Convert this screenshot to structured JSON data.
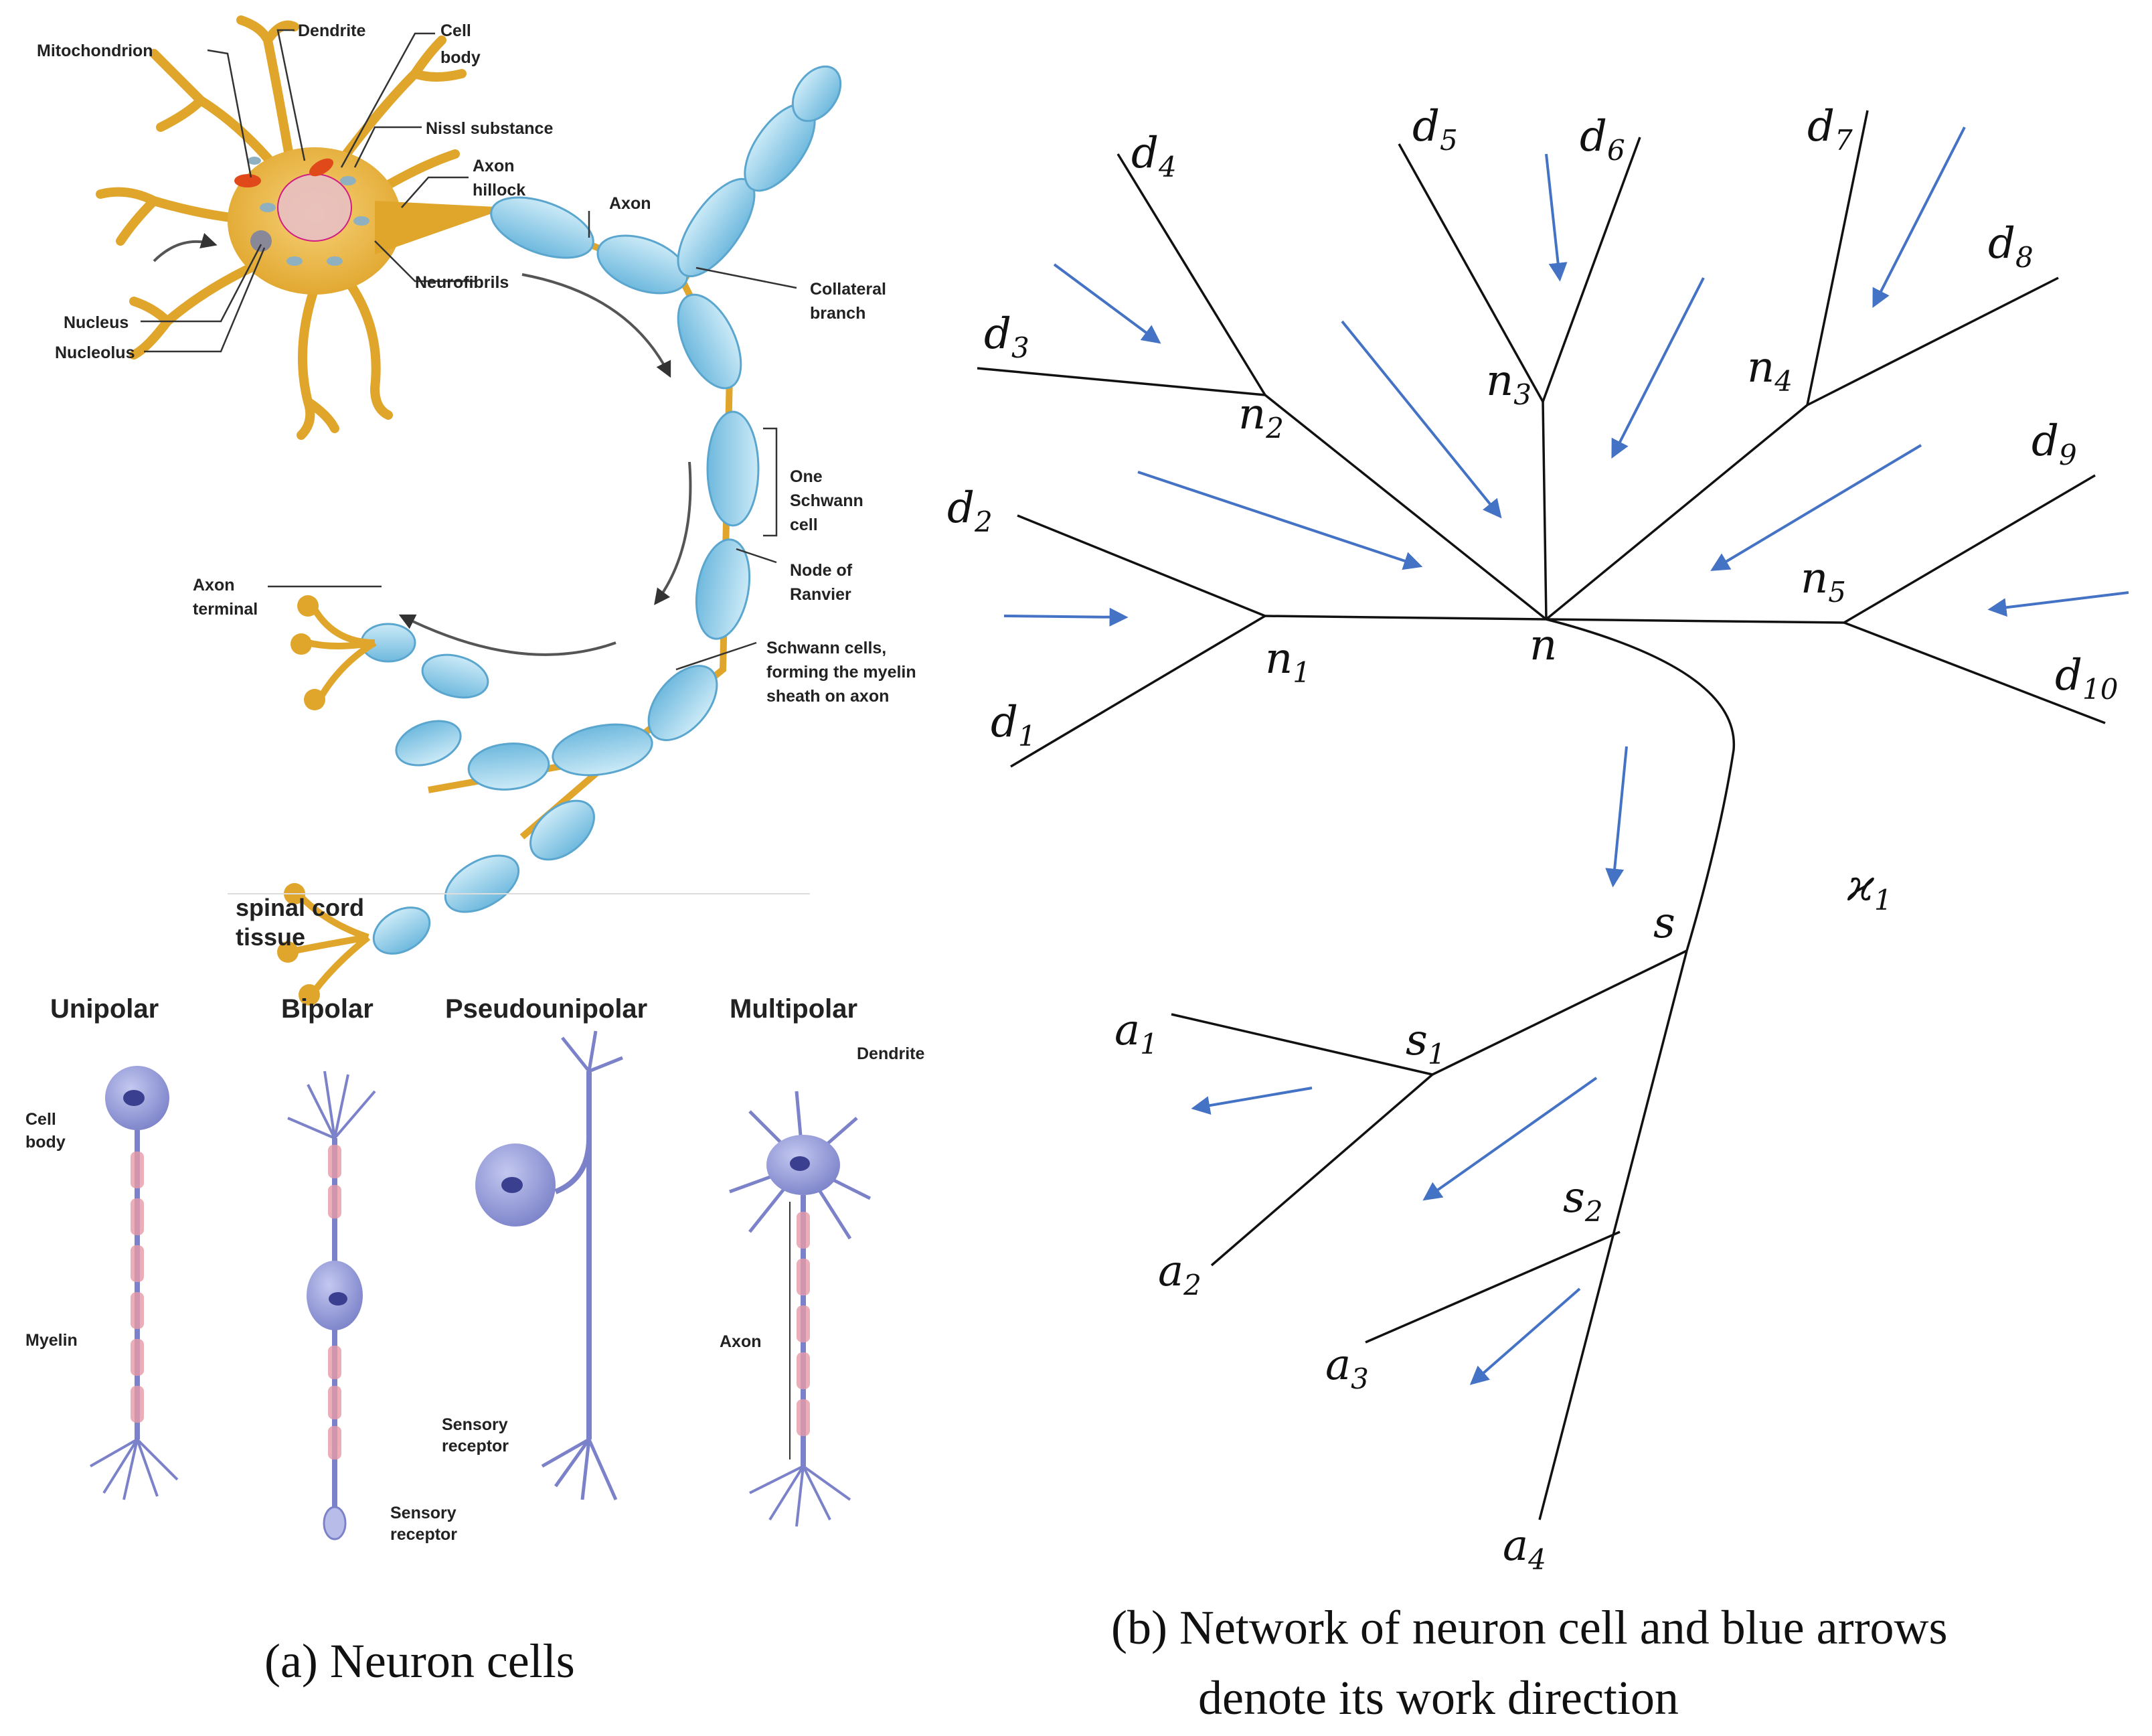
{
  "panel_a": {
    "neuron_labels": {
      "mitochondrion": "Mitochondrion",
      "dendrite": "Dendrite",
      "cell_body_1": "Cell",
      "cell_body_2": "body",
      "nissl": "Nissl substance",
      "axon_hillock_1": "Axon",
      "axon_hillock_2": "hillock",
      "axon": "Axon",
      "nucleus": "Nucleus",
      "nucleolus": "Nucleolus",
      "neurofibrils": "Neurofibrils",
      "collateral_1": "Collateral",
      "collateral_2": "branch",
      "schwann_1": "One",
      "schwann_2": "Schwann",
      "schwann_3": "cell",
      "ranvier_1": "Node of",
      "ranvier_2": "Ranvier",
      "axon_terminal_1": "Axon",
      "axon_terminal_2": "terminal",
      "myelin_1": "Schwann cells,",
      "myelin_2": "forming the myelin",
      "myelin_3": "sheath on axon",
      "spinal_1": "spinal cord",
      "spinal_2": "tissue"
    },
    "types": {
      "unipolar": "Unipolar",
      "bipolar": "Bipolar",
      "pseudounipolar": "Pseudounipolar",
      "multipolar": "Multipolar",
      "cell_body_1": "Cell",
      "cell_body_2": "body",
      "myelin": "Myelin",
      "sensory_1": "Sensory",
      "sensory_2": "receptor",
      "sensory_b1": "Sensory",
      "sensory_b2": "receptor",
      "dendrite": "Dendrite",
      "axon": "Axon"
    },
    "caption": "(a) Neuron cells"
  },
  "panel_b": {
    "nodes": {
      "d1": {
        "base": "d",
        "sub": "1"
      },
      "d2": {
        "base": "d",
        "sub": "2"
      },
      "d3": {
        "base": "d",
        "sub": "3"
      },
      "d4": {
        "base": "d",
        "sub": "4"
      },
      "d5": {
        "base": "d",
        "sub": "5"
      },
      "d6": {
        "base": "d",
        "sub": "6"
      },
      "d7": {
        "base": "d",
        "sub": "7"
      },
      "d8": {
        "base": "d",
        "sub": "8"
      },
      "d9": {
        "base": "d",
        "sub": "9"
      },
      "d10": {
        "base": "d",
        "sub": "10"
      },
      "n": {
        "base": "n",
        "sub": ""
      },
      "n1": {
        "base": "n",
        "sub": "1"
      },
      "n2": {
        "base": "n",
        "sub": "2"
      },
      "n3": {
        "base": "n",
        "sub": "3"
      },
      "n4": {
        "base": "n",
        "sub": "4"
      },
      "n5": {
        "base": "n",
        "sub": "5"
      },
      "s": {
        "base": "s",
        "sub": ""
      },
      "s1": {
        "base": "s",
        "sub": "1"
      },
      "s2": {
        "base": "s",
        "sub": "2"
      },
      "a1": {
        "base": "a",
        "sub": "1"
      },
      "a2": {
        "base": "a",
        "sub": "2"
      },
      "a3": {
        "base": "a",
        "sub": "3"
      },
      "a4": {
        "base": "a",
        "sub": "4"
      },
      "kappa": {
        "base": "ϰ",
        "sub": "1"
      }
    },
    "caption_1": "(b) Network of neuron cell and blue arrows",
    "caption_2": "denote its work direction"
  },
  "colors": {
    "neuron_gold": "#e8b23a",
    "myelin_blue": "#8ccde8",
    "arrow_blue": "#4472c4",
    "type_neuron": "#7b82c9",
    "myelin_pink": "#e79aa8"
  }
}
